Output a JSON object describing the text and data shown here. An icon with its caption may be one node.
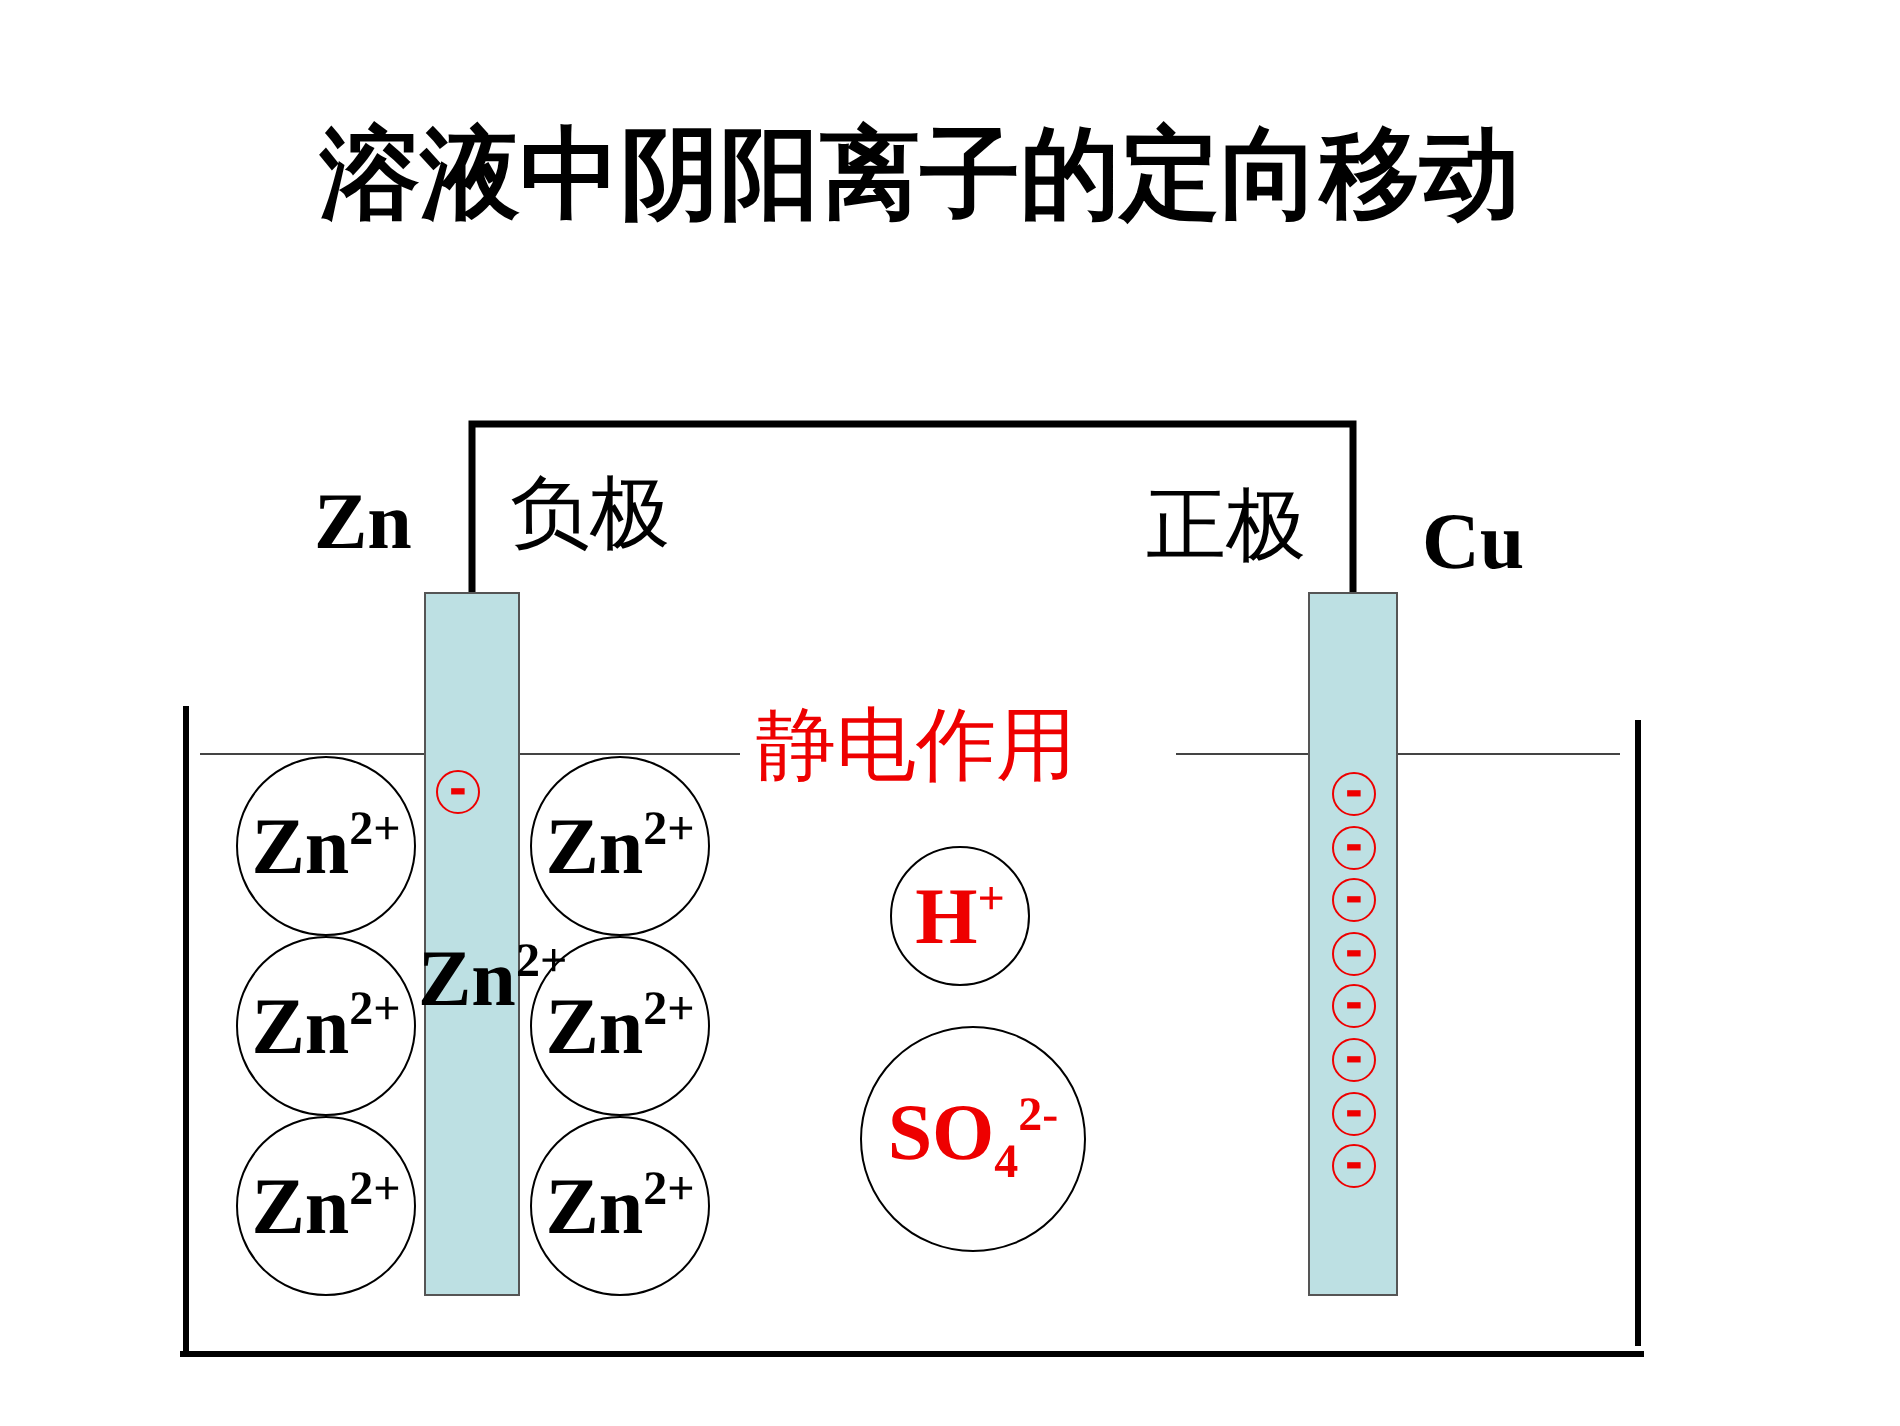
{
  "diagram": {
    "title": "溶液中阴阳离子的定向移动",
    "nodes": [
      {
        "text": [
          "Zn$^{2+}$"
        ],
        "beside": [
          "Zn",
          "负极"
        ]
      },
      {
        "text": [
          "-"
        ],
        "in": 0
      },
      {
        "text": [
          "Zn$^{2+}$"
        ]
      },
      {
        "text": [
          "Zn$^{2+}$"
        ]
      },
      {
        "text": [
          "Zn$^{2+}$"
        ]
      },
      {
        "text": [
          "Zn$^{2+}$"
        ]
      },
      {
        "text": [
          "Zn$^{2+}$"
        ]
      },
      {
        "text": [
          "Zn$^{2+}$"
        ]
      },
      {
        "text": [
          "H$^{+}$"
        ]
      },
      {
        "text": [
          "SO$_{4}$$^{2-}$"
        ]
      },
      {
        "text": [],
        "shape": "bar",
        "beside": [
          "正极",
          "Cu"
        ]
      },
      {
        "text": [
          "-"
        ],
        "in": 10
      },
      {
        "text": [
          "-"
        ],
        "in": 10
      },
      {
        "text": [
          "-"
        ],
        "in": 10
      },
      {
        "text": [
          "-"
        ],
        "in": 10
      },
      {
        "text": [
          "-"
        ],
        "in": 10
      },
      {
        "text": [
          "-"
        ],
        "in": 10
      },
      {
        "text": [
          "-"
        ],
        "in": 10
      },
      {
        "text": [
          "-"
        ],
        "in": 10
      }
    ],
    "edges": [
      {
        "from": 0,
        "to": 10,
        "arrow": "none"
      }
    ],
    "labels": [
      "静电作用"
    ]
  }
}
